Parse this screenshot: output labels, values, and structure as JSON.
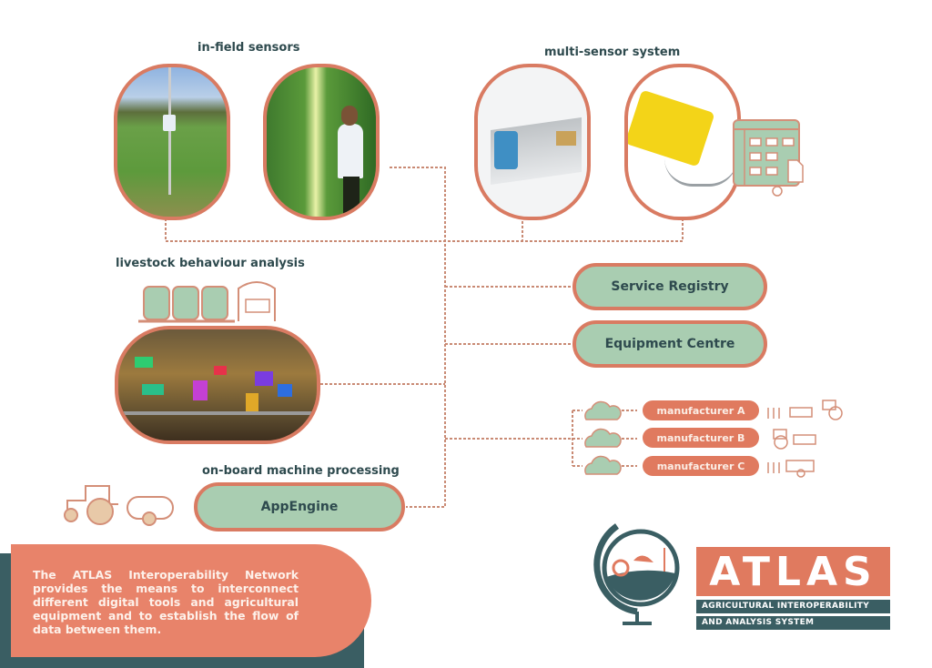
{
  "sections": {
    "in_field_sensors": "in-field sensors",
    "multi_sensor_system": "multi-sensor system",
    "livestock_behaviour_analysis": "livestock behaviour analysis",
    "on_board_machine_processing": "on-board machine processing"
  },
  "services": {
    "service_registry": "Service Registry",
    "equipment_centre": "Equipment Centre",
    "app_engine": "AppEngine"
  },
  "manufacturers": [
    {
      "label": "manufacturer A",
      "equipment": "crops-baler-tractor"
    },
    {
      "label": "manufacturer B",
      "equipment": "tractor-sprayer"
    },
    {
      "label": "manufacturer C",
      "equipment": "crops-combine-harvester"
    }
  ],
  "description": "The ATLAS Interoperability Network provides the means to interconnect different digital tools and agricultural equipment and to establish the flow of data between them.",
  "logo": {
    "name": "ATLAS",
    "subtitle_line1": "AGRICULTURAL INTEROPERABILITY",
    "subtitle_line2": "AND ANALYSIS SYSTEM"
  },
  "colors": {
    "accent_orange": "#e07a5f",
    "frame_orange": "#d97b62",
    "pill_green": "#a9cdb1",
    "dark_teal": "#3a5e63",
    "title_text": "#2e4a4e"
  }
}
